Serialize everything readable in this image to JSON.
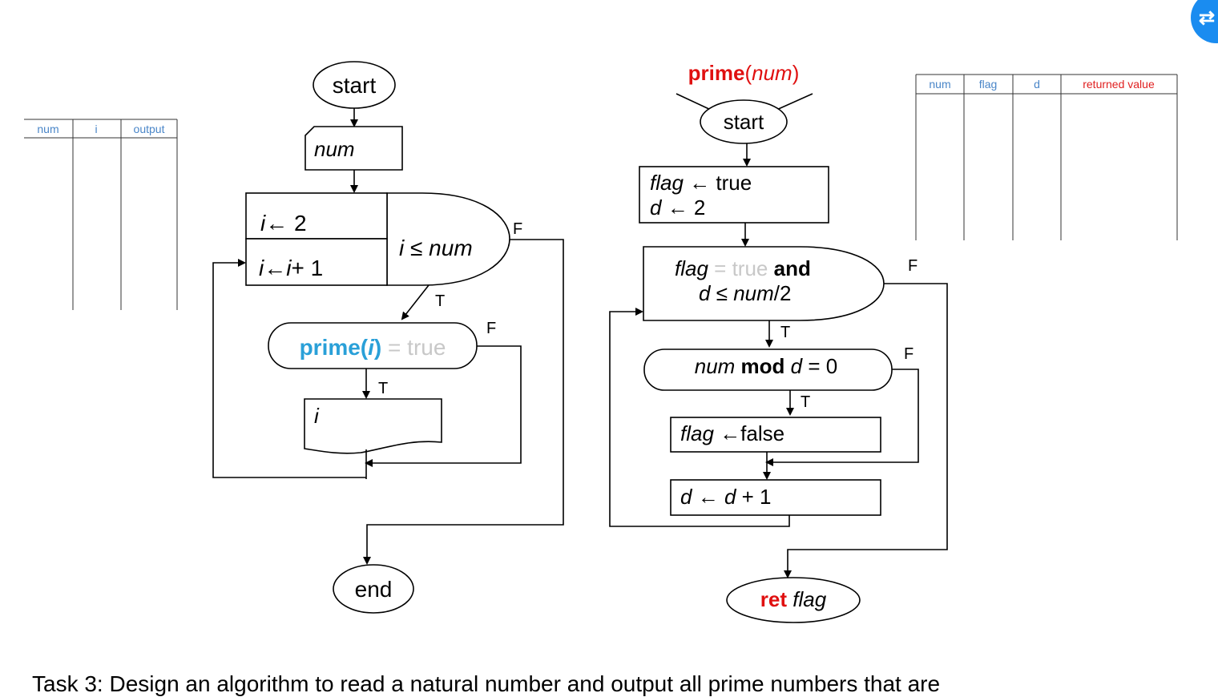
{
  "left_table": {
    "headers": [
      "num",
      "i",
      "output"
    ]
  },
  "right_table": {
    "headers": [
      "num",
      "flag",
      "d",
      "returned value"
    ]
  },
  "main_flow": {
    "start": "start",
    "input": "num",
    "loop_init": "← 2",
    "loop_update_a": "←",
    "loop_update_b": "+ 1",
    "loop_var": "i",
    "loop_cond_op": "≤",
    "loop_cond_rhs": "num",
    "prime_call_name": "prime(",
    "prime_call_arg": "i",
    "prime_call_close": ")",
    "prime_call_eq": "= true",
    "output": "i",
    "end": "end",
    "label_T": "T",
    "label_F": "F"
  },
  "prime_flow": {
    "title_name": "prime",
    "title_open": "(",
    "title_arg": "num",
    "title_close": ")",
    "start": "start",
    "flag_var": "flag",
    "init_flag_rhs": "← true",
    "d_var": "d",
    "init_d_rhs": "← 2",
    "cond_eq": "= true",
    "cond_and": "and",
    "cond_le": "≤",
    "cond_num": "num",
    "cond_div": "/2",
    "mod_num": "num",
    "mod_kw": "mod",
    "mod_d": "d",
    "mod_rhs": "= 0",
    "set_false_rhs": "←false",
    "inc_mid": "←",
    "inc_rhs": "+ 1",
    "ret_kw": "ret",
    "ret_var": "flag"
  },
  "caption": "Task 3: Design an algorithm to read a natural number and output all prime numbers that are"
}
